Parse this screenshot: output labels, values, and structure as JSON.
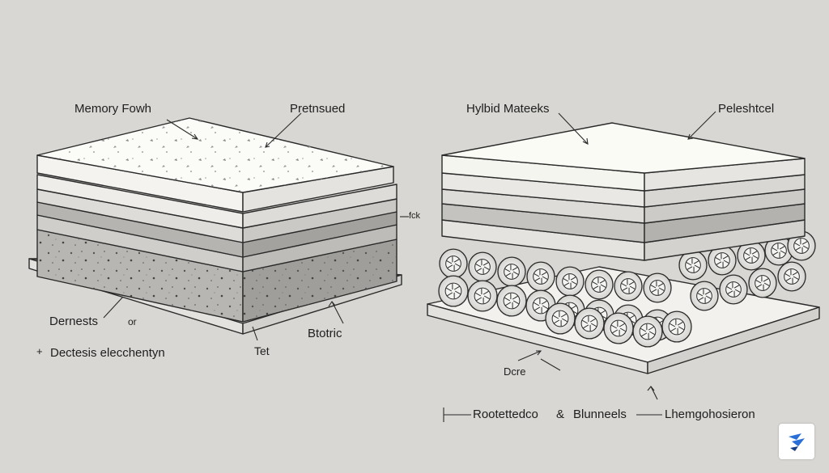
{
  "left_diagram": {
    "labels": {
      "top_left": "Memory Fowh",
      "top_right": "Pretnsued",
      "side_mark": "fck",
      "bottom_left_1": "Dernests",
      "bottom_left_1b": "or",
      "bottom_left_2": "Dectesis elecchentyn",
      "bottom_left_2_bullet": "+",
      "bottom_mid": "Tet",
      "bottom_right": "Btotric"
    }
  },
  "right_diagram": {
    "labels": {
      "top_left": "Hylbid Mateeks",
      "top_right": "Peleshtcel",
      "bottom_mid": "Dcre",
      "bottom_row_a": "Rootettedco",
      "bottom_row_amp": "&",
      "bottom_row_b": "Blunneels",
      "bottom_row_c": "Lhemgohosieron"
    }
  },
  "colors": {
    "background": "#d9d7d3",
    "outline": "#2a2a2a",
    "foam_top": "#fbfbf8",
    "foam_light": "#ecebe7",
    "foam_mid": "#c9c8c4",
    "foam_dark": "#a8a7a3",
    "base": "#f2f1ee",
    "accent_blue": "#2a6fd8"
  },
  "icons": {
    "watermark": "logo-badge-icon"
  }
}
